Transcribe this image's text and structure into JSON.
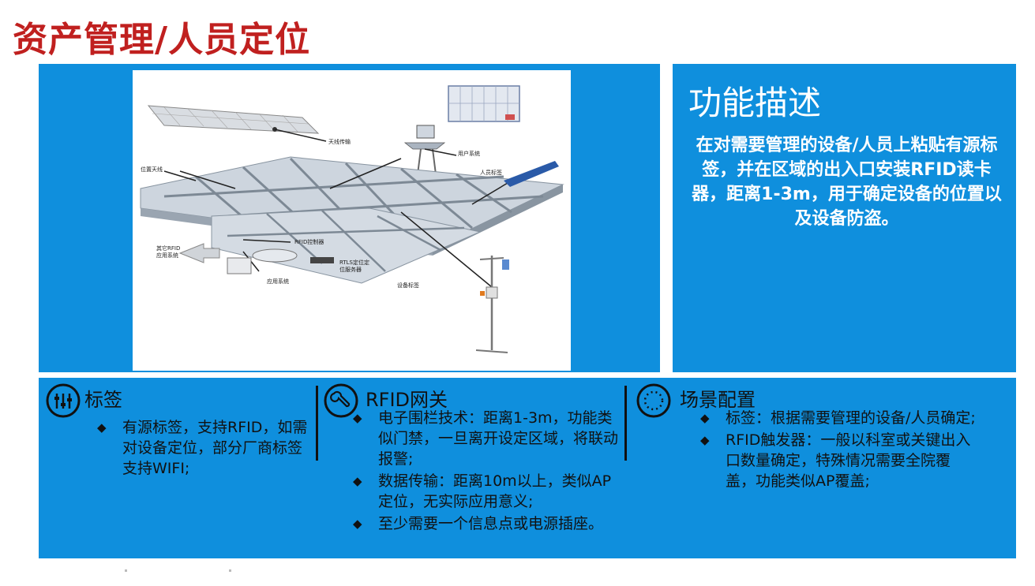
{
  "page": {
    "title": "资产管理/人员定位"
  },
  "illustration": {
    "labels": {
      "antenna": "天线传输",
      "position_antenna": "位置天线",
      "user_system": "用户系统",
      "person_tag": "人员标签",
      "other_system": "其它RFID\n应用系统",
      "rfid_controller": "RFID控制器",
      "rtls_server": "RTLS定位定\n位服务器",
      "app_system": "应用系统",
      "device_tag": "设备标签"
    }
  },
  "function": {
    "title": "功能描述",
    "description": "在对需要管理的设备/人员上粘贴有源标签，并在区域的出入口安装RFID读卡器，距离1-3m，用于确定设备的位置以及设备防盗。"
  },
  "columns": [
    {
      "title": "标签",
      "icon": "tag-sliders-icon",
      "items": [
        "有源标签，支持RFID，如需对设备定位，部分厂商标签支持WIFI;"
      ]
    },
    {
      "title": "RFID网关",
      "icon": "wrench-icon",
      "items": [
        "电子围栏技术：距离1-3m，功能类似门禁，一旦离开设定区域，将联动报警;",
        "数据传输：距离10m以上，类似AP定位，无实际应用意义;",
        "至少需要一个信息点或电源插座。"
      ]
    },
    {
      "title": "场景配置",
      "icon": "dotted-circle-icon",
      "items": [
        "标签：根据需要管理的设备/人员确定;",
        "RFID触发器：一般以科室或关键出入口数量确定，特殊情况需要全院覆盖，功能类似AP覆盖;"
      ]
    }
  ],
  "colors": {
    "title_red": "#c0201f",
    "panel_blue": "#0f8fdd"
  }
}
